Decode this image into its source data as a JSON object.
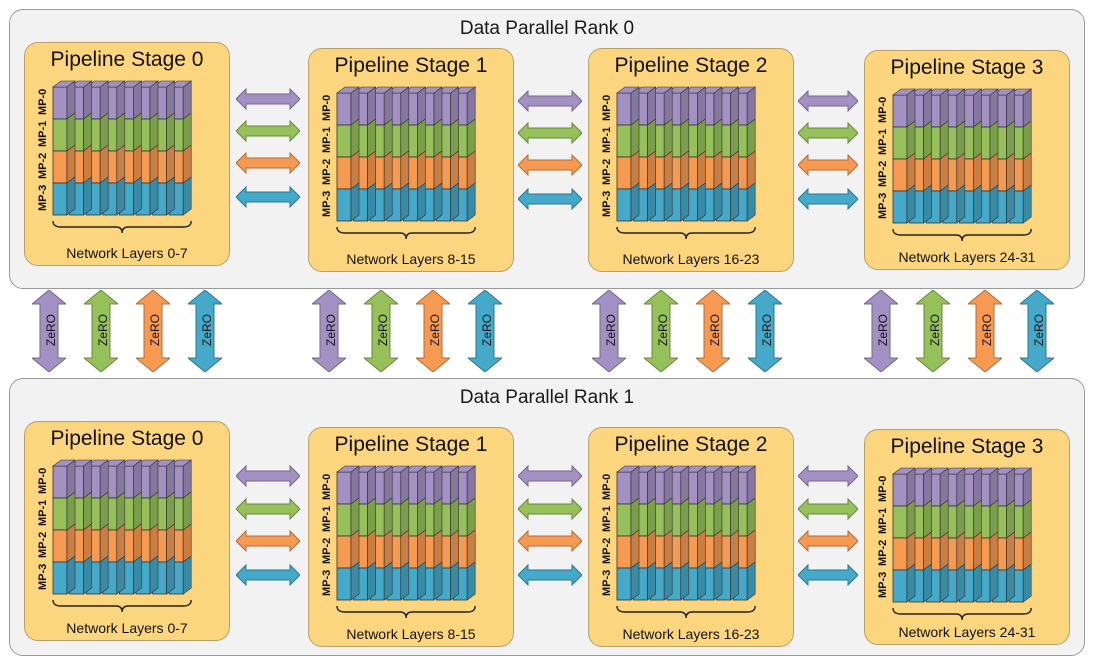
{
  "colors": {
    "mp0": "#a491c4",
    "mp1": "#96c15a",
    "mp2": "#f79a51",
    "mp3": "#45a9c9",
    "stage_bg": "#fcd67e",
    "rank_bg": "#f2f2f2"
  },
  "ranks": [
    {
      "title": "Data Parallel Rank 0",
      "stages": [
        {
          "title": "Pipeline Stage 0",
          "layers": "Network Layers 0-7"
        },
        {
          "title": "Pipeline Stage 1",
          "layers": "Network Layers 8-15"
        },
        {
          "title": "Pipeline Stage 2",
          "layers": "Network Layers 16-23"
        },
        {
          "title": "Pipeline Stage 3",
          "layers": "Network Layers 24-31"
        }
      ]
    },
    {
      "title": "Data Parallel Rank 1",
      "stages": [
        {
          "title": "Pipeline Stage 0",
          "layers": "Network Layers 0-7"
        },
        {
          "title": "Pipeline Stage 1",
          "layers": "Network Layers 8-15"
        },
        {
          "title": "Pipeline Stage 2",
          "layers": "Network Layers 16-23"
        },
        {
          "title": "Pipeline Stage 3",
          "layers": "Network Layers 24-31"
        }
      ]
    }
  ],
  "mp_labels": [
    "MP-0",
    "MP-1",
    "MP-2",
    "MP-3"
  ],
  "zero_label": "ZeRO"
}
